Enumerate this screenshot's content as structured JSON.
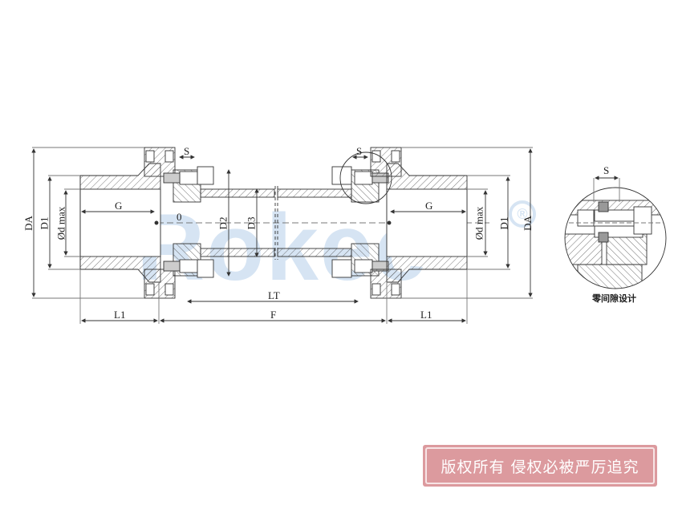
{
  "drawing": {
    "title": "Disc coupling dimension drawing",
    "watermark": {
      "text": "Rokee",
      "registered_mark": "®",
      "color": "#c9dcef"
    },
    "line_color": "#333333",
    "labels": {
      "DA_left": "DA",
      "D1_left": "D1",
      "dmax_left": "Ød max",
      "G_left": "G",
      "O": "0",
      "S_left": "S",
      "D2": "D2",
      "D3": "D3",
      "LT": "LT",
      "S_right": "S",
      "G_right": "G",
      "dmax_right": "Ød max",
      "D1_right": "D1",
      "DA_right": "DA",
      "L1_left": "L1",
      "F": "F",
      "L1_right": "L1",
      "S_detail": "S"
    },
    "detail_view": {
      "caption": "零间隙设计"
    }
  },
  "stamp": {
    "text": "版权所有 侵权必被严厉追究",
    "background": "#dc9a9e",
    "text_color": "#ffffff"
  }
}
